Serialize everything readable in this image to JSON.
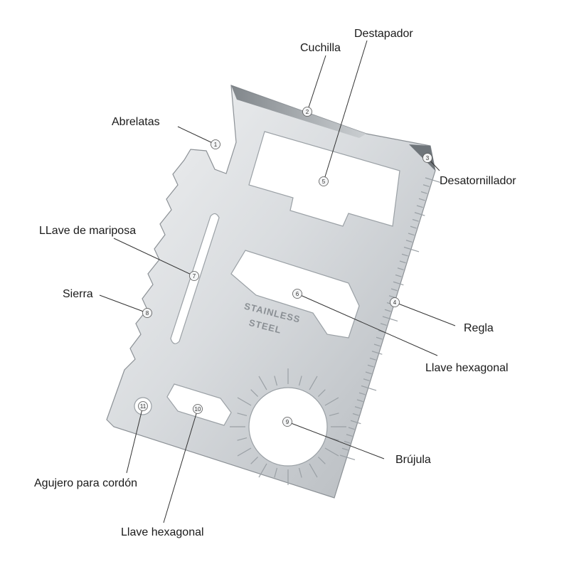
{
  "card": {
    "etched_line1": "STAINLESS",
    "etched_line2": "STEEL",
    "colors": {
      "steel_light": "#e4e6e8",
      "steel_dark": "#a9adb1",
      "cutout": "#ffffff",
      "edge": "#8c9196"
    }
  },
  "callouts": [
    {
      "id": "c1",
      "number": "1",
      "label": "Abrelatas"
    },
    {
      "id": "c2",
      "number": "2",
      "label": "Cuchilla"
    },
    {
      "id": "c3",
      "number": "3",
      "label": "Desatornillador"
    },
    {
      "id": "c4",
      "number": "4",
      "label": "Regla"
    },
    {
      "id": "c5",
      "number": "5",
      "label": "Destapador"
    },
    {
      "id": "c6",
      "number": "6",
      "label": "Llave hexagonal"
    },
    {
      "id": "c7",
      "number": "7",
      "label": "LLave de mariposa"
    },
    {
      "id": "c8",
      "number": "8",
      "label": "Sierra"
    },
    {
      "id": "c9",
      "number": "9",
      "label": "Brújula"
    },
    {
      "id": "c10",
      "number": "10",
      "label": "Llave hexagonal"
    },
    {
      "id": "c11",
      "number": "11",
      "label": "Agujero para cordón"
    }
  ]
}
